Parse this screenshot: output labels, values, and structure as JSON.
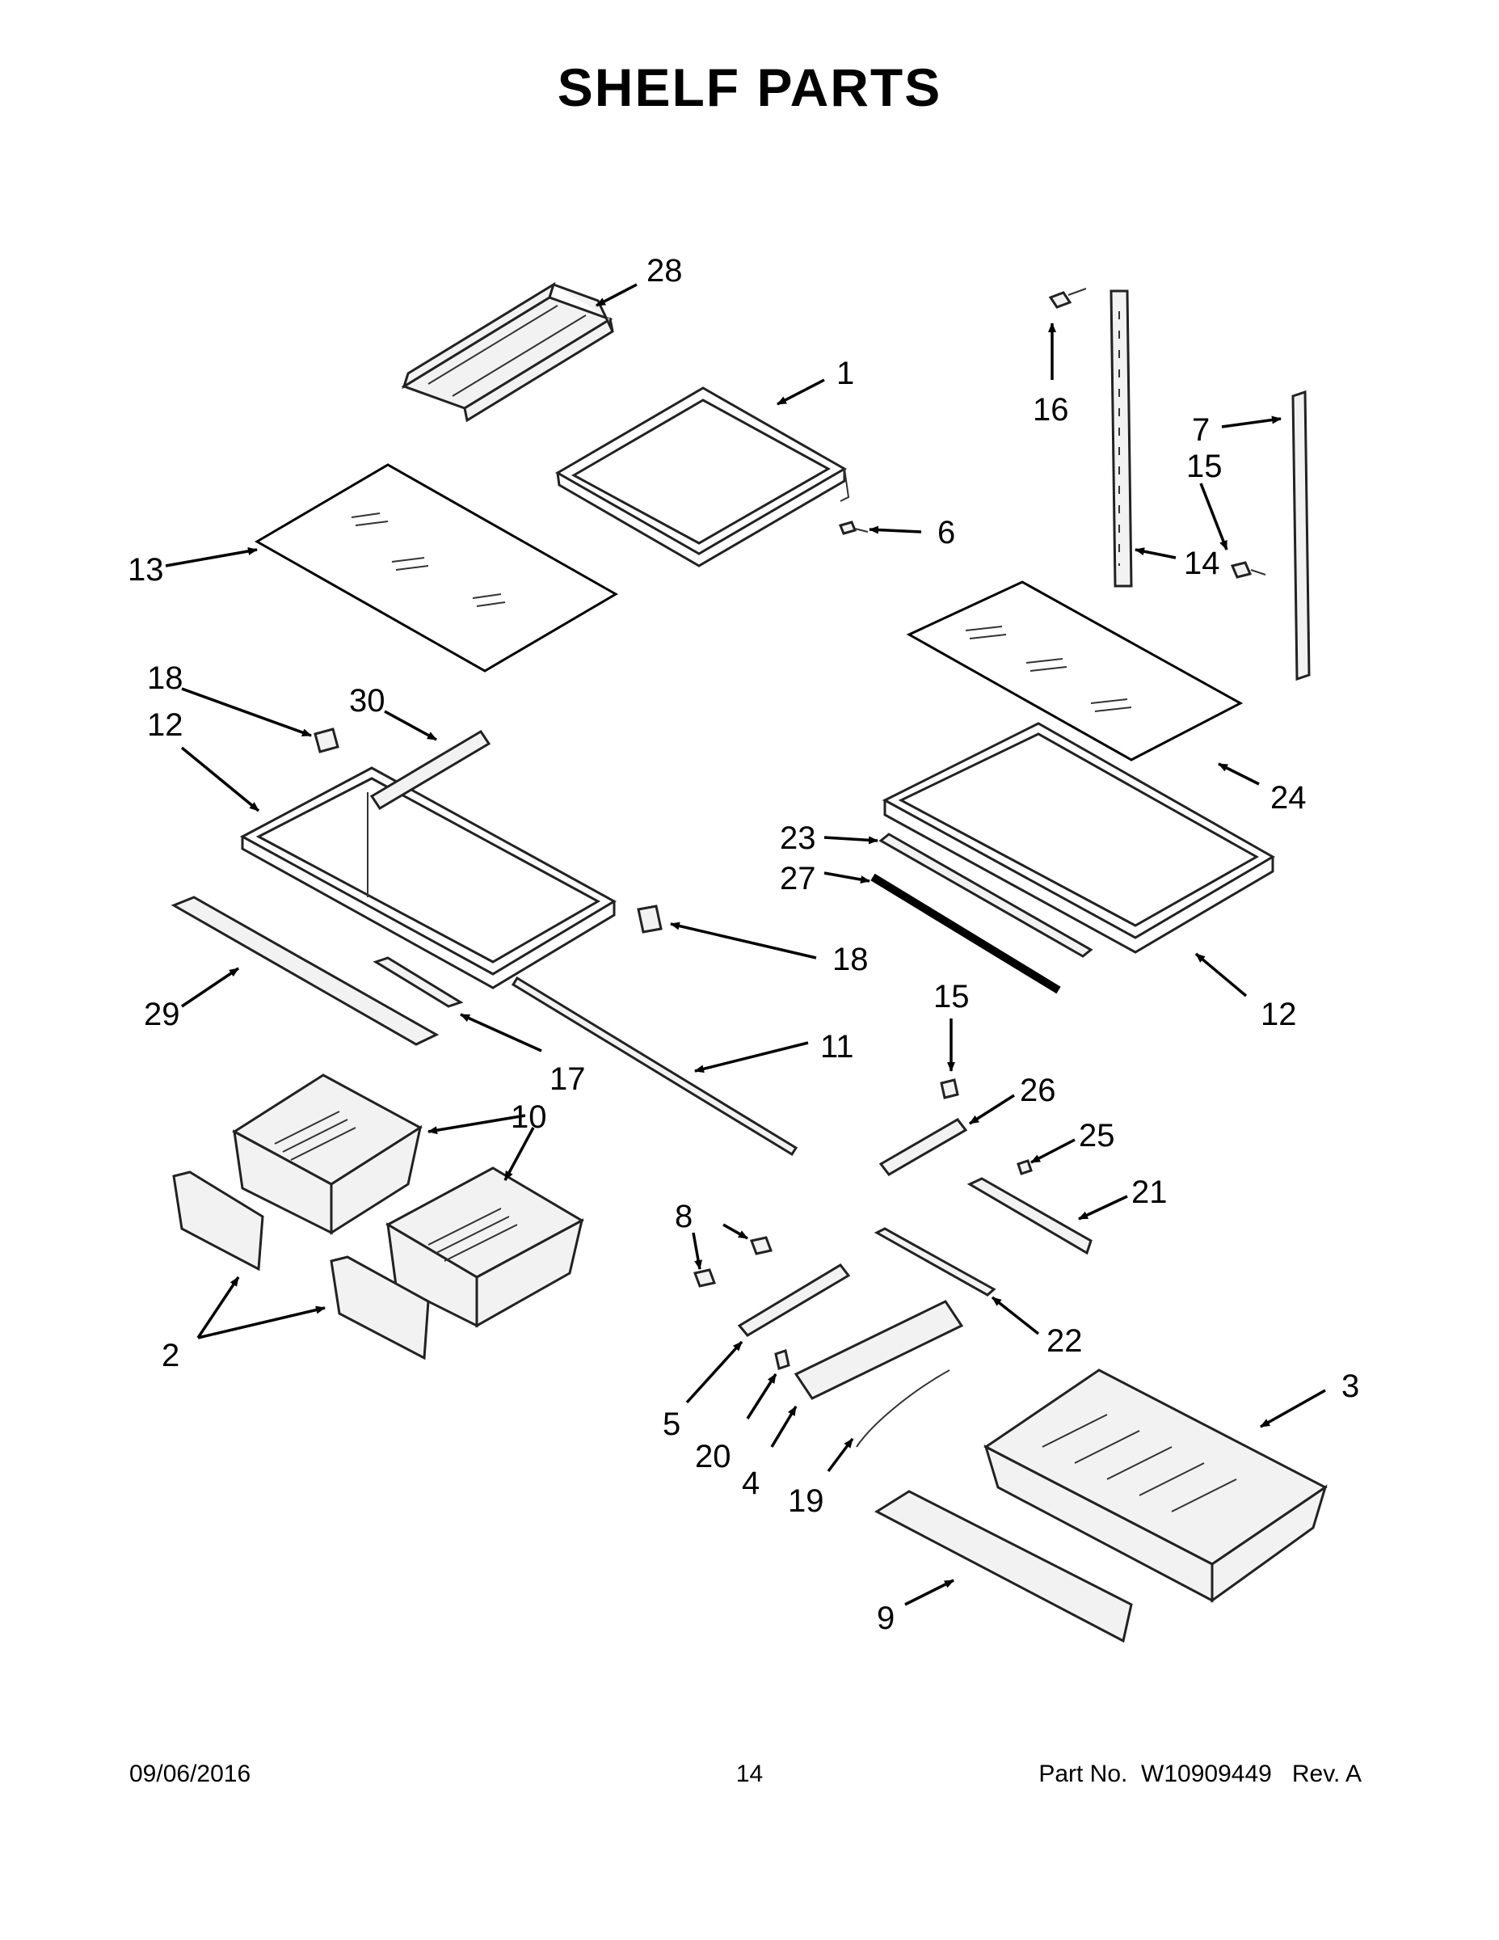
{
  "title": "SHELF PARTS",
  "footer": {
    "date": "09/06/2016",
    "page": "14",
    "part_label": "Part No.",
    "part_number": "W10909449",
    "rev": "Rev.  A"
  },
  "callouts": {
    "c28": "28",
    "c1": "1",
    "c16": "16",
    "c7": "7",
    "c15a": "15",
    "c13": "13",
    "c6": "6",
    "c14": "14",
    "c18a": "18",
    "c30": "30",
    "c12a": "12",
    "c24": "24",
    "c23": "23",
    "c27": "27",
    "c29": "29",
    "c18b": "18",
    "c12b": "12",
    "c15b": "15",
    "c11": "11",
    "c17": "17",
    "c26": "26",
    "c10": "10",
    "c25": "25",
    "c21": "21",
    "c8": "8",
    "c22": "22",
    "c2": "2",
    "c3": "3",
    "c5": "5",
    "c20": "20",
    "c4": "4",
    "c19": "19",
    "c9": "9"
  }
}
